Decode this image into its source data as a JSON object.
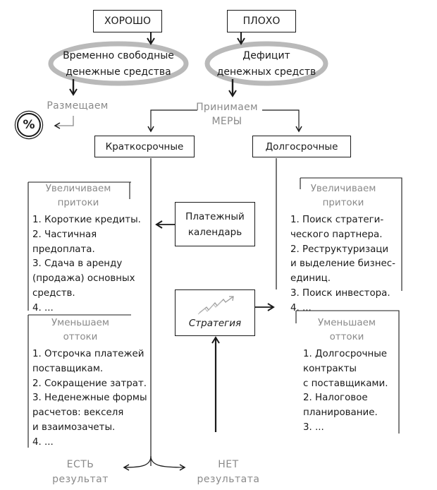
{
  "top": {
    "good": "ХОРОШО",
    "bad": "ПЛОХО"
  },
  "good_oval": {
    "line1": "Временно свободные",
    "line2": "денежные средства"
  },
  "bad_oval": {
    "line1": "Дефицит",
    "line2": "денежных средств"
  },
  "place": {
    "label": "Размещаем",
    "symbol": "%"
  },
  "measures": {
    "line1": "Принимаем",
    "line2": "МЕРЫ"
  },
  "short_term": "Краткосрочные",
  "long_term": "Долгосрочные",
  "left_inflows": {
    "head1": "Увеличиваем",
    "head2": "притоки",
    "items": [
      "1. Короткие кредиты.",
      "2. Частичная",
      "предоплата.",
      "3. Сдача в аренду",
      "(продажа) основных",
      "средств.",
      "4. ..."
    ]
  },
  "left_outflows": {
    "head1": "Уменьшаем",
    "head2": "оттоки",
    "items": [
      "1. Отсрочка платежей",
      "поставщикам.",
      "2. Сокращение затрат.",
      "3. Неденежные формы",
      "расчетов: векселя",
      "и взаимозачеты.",
      "4. ..."
    ]
  },
  "right_inflows": {
    "head1": "Увеличиваем",
    "head2": "притоки",
    "items": [
      "1. Поиск стратеги-",
      "ческого партнера.",
      "2. Реструктуризаци",
      "и выделение бизнес-",
      "единиц.",
      "3. Поиск инвестора.",
      "4. ..."
    ]
  },
  "right_outflows": {
    "head1": "Уменьшаем",
    "head2": "оттоки",
    "items": [
      "1. Долгосрочные",
      "контракты",
      "с поставщиками.",
      "2. Налоговое",
      "планирование.",
      "3. ..."
    ]
  },
  "payment_calendar": {
    "line1": "Платежный",
    "line2": "календарь"
  },
  "strategy": "Стратегия",
  "result_yes": {
    "line1": "ЕСТЬ",
    "line2": "результат"
  },
  "result_no": {
    "line1": "НЕТ",
    "line2": "результата"
  }
}
